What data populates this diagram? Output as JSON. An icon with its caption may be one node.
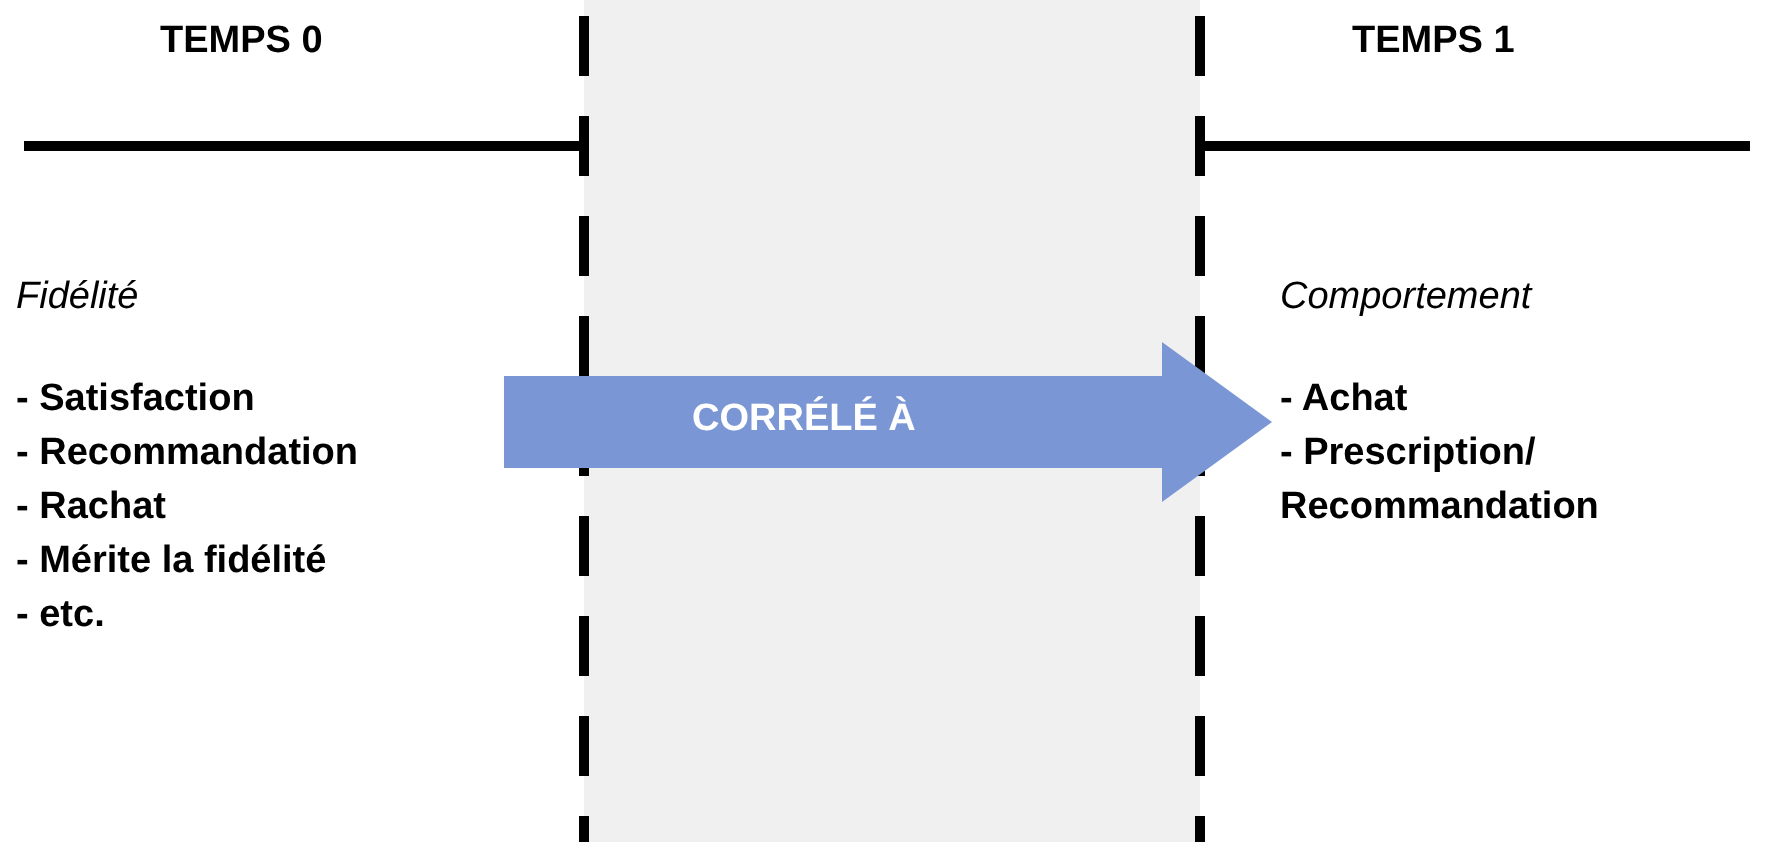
{
  "diagram": {
    "nodes": [
      {
        "text": [
          "Fidélité",
          "- Satisfaction",
          "- Recommandation",
          "- Rachat",
          "- Mérite la fidélité",
          "- etc."
        ]
      },
      {
        "text": [
          "Comportement",
          "- Achat",
          "- Prescription/ Recommandation"
        ]
      }
    ],
    "edges": [
      {
        "from": 0,
        "to": 1,
        "arrow": "to",
        "label": "CORRÉLÉ À",
        "style": "thick"
      }
    ],
    "labels": [
      "TEMPS 0",
      "TEMPS 1"
    ]
  }
}
